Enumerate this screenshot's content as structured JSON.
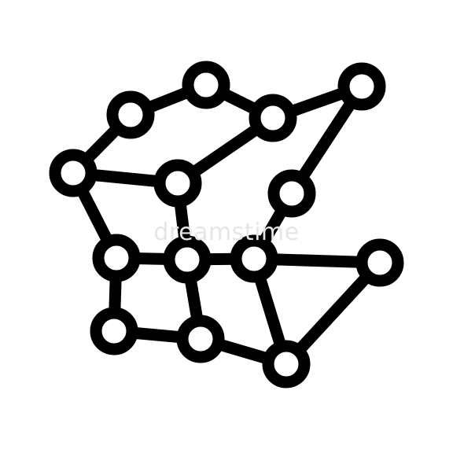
{
  "icon": {
    "name": "network-graph-icon",
    "stroke_color": "#000000",
    "fill_color": "#ffffff",
    "node_count": 14,
    "edge_count": 20
  },
  "watermark": {
    "text": "dreamstime",
    "color": "#e6e6e6"
  }
}
